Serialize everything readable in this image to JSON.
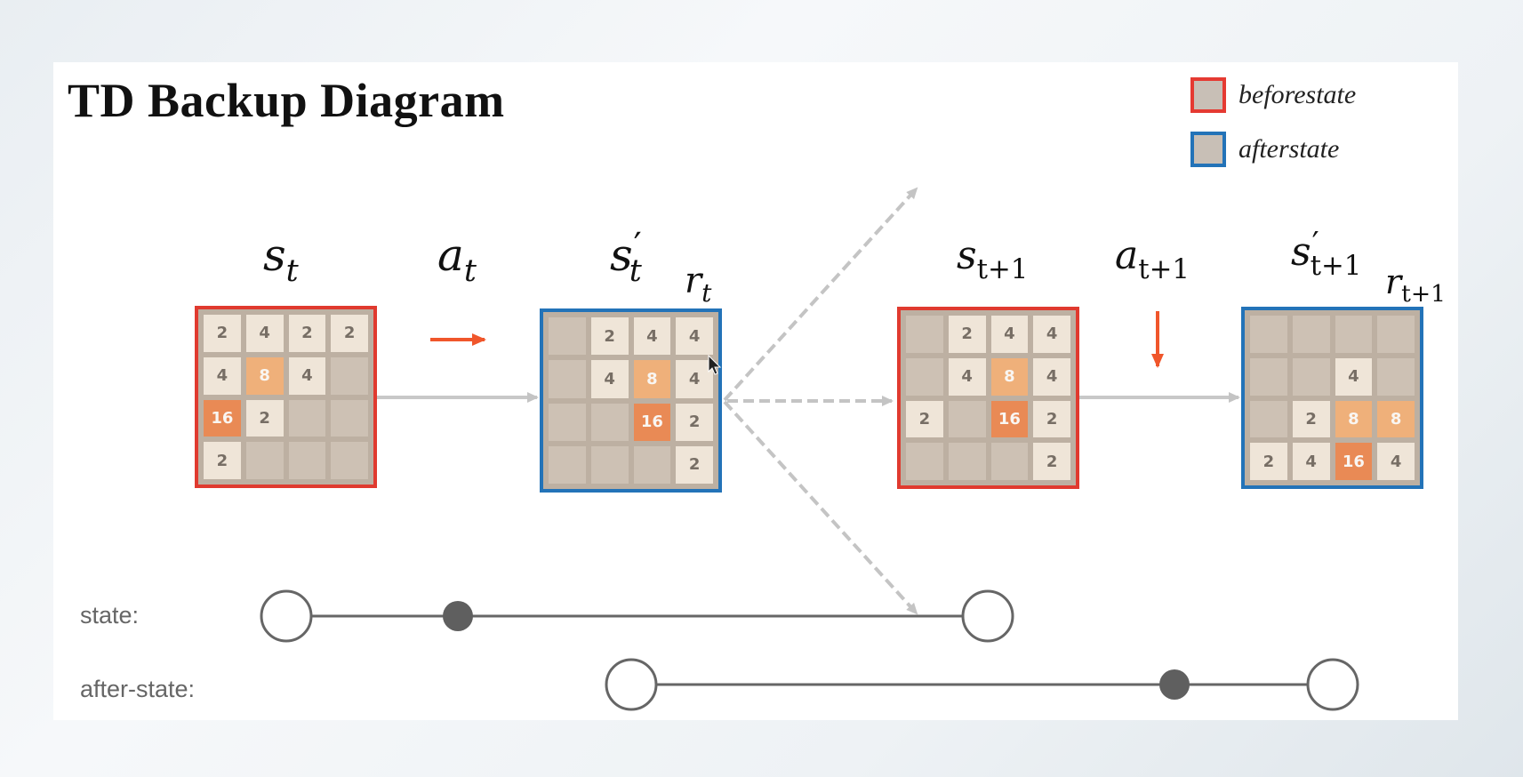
{
  "title": "TD Backup Diagram",
  "legend": [
    {
      "label": "beforestate",
      "color": "#e53a32"
    },
    {
      "label": "afterstate",
      "color": "#2373b8"
    }
  ],
  "labels": {
    "s_t": {
      "base": "s",
      "sub": "t"
    },
    "a_t": {
      "base": "a",
      "sub": "t"
    },
    "s_prime_t": {
      "base": "s",
      "prime": "′",
      "sub": "t"
    },
    "r_t": {
      "base": "r",
      "sub": "t"
    },
    "s_t1": {
      "base": "s",
      "sub": "t+1"
    },
    "a_t1": {
      "base": "a",
      "sub": "t+1"
    },
    "s_prime_t1": {
      "base": "s",
      "prime": "′",
      "sub": "t+1"
    },
    "r_t1": {
      "base": "r",
      "sub": "t+1"
    }
  },
  "boards": {
    "s_t": [
      [
        "2",
        "4",
        "2",
        "2"
      ],
      [
        "4",
        "8",
        "4",
        ""
      ],
      [
        "16",
        "2",
        "",
        ""
      ],
      [
        "2",
        "",
        "",
        ""
      ]
    ],
    "s_prime_t": [
      [
        "",
        "2",
        "4",
        "4"
      ],
      [
        "",
        "4",
        "8",
        "4"
      ],
      [
        "",
        "",
        "16",
        "2"
      ],
      [
        "",
        "",
        "",
        "2"
      ]
    ],
    "s_t1": [
      [
        "",
        "2",
        "4",
        "4"
      ],
      [
        "",
        "4",
        "8",
        "4"
      ],
      [
        "2",
        "",
        "16",
        "2"
      ],
      [
        "",
        "",
        "",
        "2"
      ]
    ],
    "s_prime_t1": [
      [
        "",
        "",
        "",
        ""
      ],
      [
        "",
        "",
        "4",
        ""
      ],
      [
        "",
        "2",
        "8",
        "8"
      ],
      [
        "2",
        "4",
        "16",
        "4"
      ]
    ]
  },
  "timeline": {
    "state_label": "state:",
    "after_state_label": "after-state:"
  },
  "colors": {
    "action_arrow": "#f0562b",
    "transition_arrow": "#bdbdbd",
    "timeline_line": "#666666",
    "timeline_dot": "#5f5f5f"
  }
}
